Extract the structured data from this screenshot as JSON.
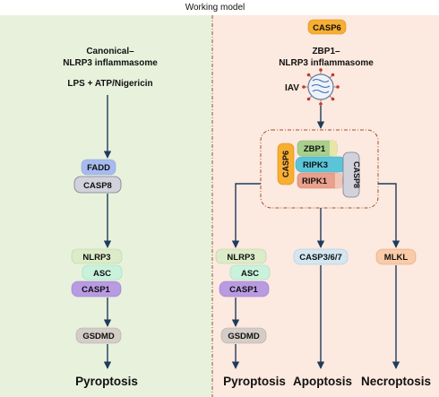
{
  "title": "Working model",
  "left_panel": {
    "heading_line1": "Canonical–",
    "heading_line2": "NLRP3 inflammasome",
    "stimulus": "LPS + ATP/Nigericin",
    "nodes": {
      "fadd": "FADD",
      "casp8": "CASP8",
      "nlrp3": "NLRP3",
      "asc": "ASC",
      "casp1": "CASP1",
      "gsdmd": "GSDMD"
    },
    "outcome": "Pyroptosis"
  },
  "right_panel": {
    "casp6_badge": "CASP6",
    "heading_line1": "ZBP1–",
    "heading_line2": "NLRP3 inflammasome",
    "virus_label": "IAV",
    "complex": {
      "casp6": "CASP6",
      "zbp1": "ZBP1",
      "ripk3": "RIPK3",
      "ripk1": "RIPK1",
      "casp8": "CASP8"
    },
    "branches": {
      "pyroptosis": {
        "nlrp3": "NLRP3",
        "asc": "ASC",
        "casp1": "CASP1",
        "gsdmd": "GSDMD",
        "outcome": "Pyroptosis"
      },
      "apoptosis": {
        "casp": "CASP3/6/7",
        "outcome": "Apoptosis"
      },
      "necroptosis": {
        "mlkl": "MLKL",
        "outcome": "Necroptosis"
      }
    }
  },
  "colors": {
    "left_bg": "#E7F1DC",
    "right_bg": "#FCE9DF",
    "arrow": "#1F3B5C",
    "casp6": "#F7AE32",
    "nlrp3": "#DCEBC8",
    "asc": "#C9F2DC",
    "casp1": "#B99BE2",
    "gsdmd": "#D4CCC6",
    "fadd": "#A7BBEE",
    "casp8": "#D2D2DD",
    "zbp1": "#A8D08C",
    "ripk3": "#5AC5D8",
    "ripk1": "#E9A08C",
    "casp367": "#D4E6F1",
    "mlkl": "#F9CBA8"
  }
}
